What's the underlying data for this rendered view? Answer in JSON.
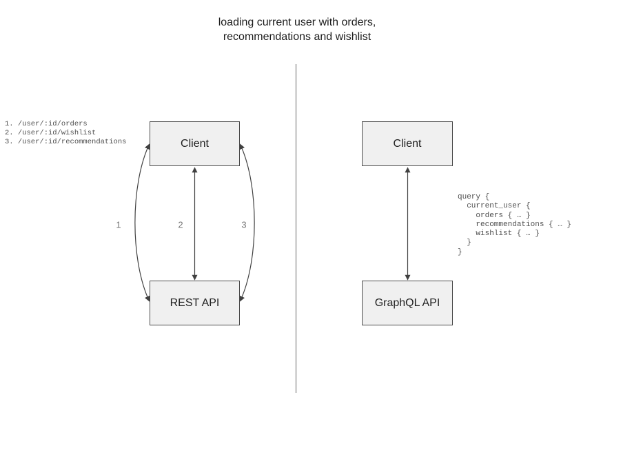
{
  "title": {
    "line1": "loading current user with orders,",
    "line2": "recommendations and wishlist"
  },
  "rest_panel": {
    "endpoints": [
      "1. /user/:id/orders",
      "2. /user/:id/wishlist",
      "3. /user/:id/recommendations"
    ],
    "client_label": "Client",
    "api_label": "REST API",
    "arrow_labels": [
      "1",
      "2",
      "3"
    ]
  },
  "graphql_panel": {
    "client_label": "Client",
    "api_label": "GraphQL API",
    "query_lines": [
      "query {",
      "  current_user {",
      "    orders { … }",
      "    recommendations { … }",
      "    wishlist { … }",
      "  }",
      "}"
    ]
  },
  "colors": {
    "box_fill": "#f0f0f0",
    "box_border": "#4a4a4a",
    "arrow_stroke": "#404040",
    "divider": "#616161",
    "label_gray": "#757575",
    "mono_text": "#4f4f4f"
  }
}
